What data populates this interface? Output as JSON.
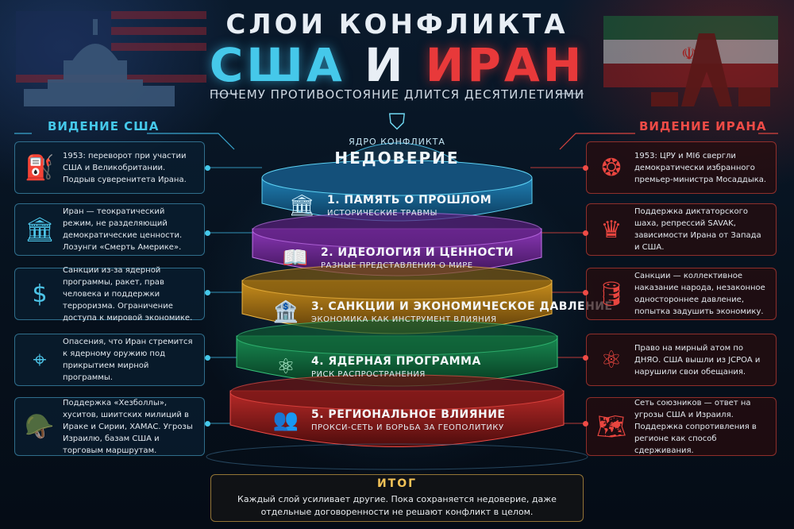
{
  "header": {
    "title_top": "СЛОИ КОНФЛИКТА",
    "title_us": "США",
    "title_and": "И",
    "title_iran": "ИРАН",
    "subtitle": "ПОЧЕМУ ПРОТИВОСТОЯНИЕ ДЛИТСЯ ДЕСЯТИЛЕТИЯМИ"
  },
  "core": {
    "label": "ЯДРО КОНФЛИКТА",
    "title": "НЕДОВЕРИЕ",
    "icon": "shield-icon"
  },
  "us_side": {
    "heading": "ВИДЕНИЕ США",
    "accent": "#45c8ea",
    "cards": [
      {
        "icon": "oil-pump-icon",
        "text": "1953: переворот при участии США и Великобритании. Подрыв суверенитета Ирана."
      },
      {
        "icon": "capitol-icon",
        "text": "Иран — теократический режим, не разделяющий демократические ценности. Лозунги «Смерть Америке»."
      },
      {
        "icon": "dollar-icon",
        "text": "Санкции из-за ядерной программы, ракет, прав человека и поддержки терроризма. Ограничение доступа к мировой экономике."
      },
      {
        "icon": "target-icon",
        "text": "Опасения, что Иран стремится к ядерному оружию под прикрытием мирной программы."
      },
      {
        "icon": "soldier-icon",
        "text": "Поддержка «Хезболлы», хуситов, шиитских милиций в Ираке и Сирии, ХАМАС. Угрозы Израилю, базам США и торговым маршрутам."
      }
    ]
  },
  "iran_side": {
    "heading": "ВИДЕНИЕ ИРАНА",
    "accent": "#ef4b46",
    "cards": [
      {
        "icon": "seal-icon",
        "text": "1953: ЦРУ и MI6 свергли демократически избранного премьер-министра Мосаддыка."
      },
      {
        "icon": "crown-icon",
        "text": "Поддержка диктаторского шаха, репрессий SAVAK, зависимости Ирана от Запада и США."
      },
      {
        "icon": "oil-barrel-icon",
        "text": "Санкции — коллективное наказание народа, незаконное одностороннее давление, попытка задушить экономику."
      },
      {
        "icon": "atom-icon",
        "text": "Право на мирный атом по ДНЯО. США вышли из JCPOA и нарушили свои обещания."
      },
      {
        "icon": "map-icon",
        "text": "Сеть союзников — ответ на угрозы США и Израиля. Поддержка сопротивления в регионе как способ сдерживания."
      }
    ]
  },
  "layers": [
    {
      "title": "1. ПАМЯТЬ О ПРОШЛОМ",
      "subtitle": "ИСТОРИЧЕСКИЕ ТРАВМЫ",
      "icon": "museum-icon",
      "color": "#2f9fd0"
    },
    {
      "title": "2. ИДЕОЛОГИЯ И ЦЕННОСТИ",
      "subtitle": "РАЗНЫЕ ПРЕДСТАВЛЕНИЯ О МИРЕ",
      "icon": "book-icon",
      "color": "#9a3fc2"
    },
    {
      "title": "3. САНКЦИИ И ЭКОНОМИЧЕСКОЕ ДАВЛЕНИЕ",
      "subtitle": "ЭКОНОМИКА КАК ИНСТРУМЕНТ ВЛИЯНИЯ",
      "icon": "bank-icon",
      "color": "#d29a22"
    },
    {
      "title": "4. ЯДЕРНАЯ ПРОГРАММА",
      "subtitle": "РИСК РАСПРОСТРАНЕНИЯ",
      "icon": "atom-icon",
      "color": "#1f9a5a"
    },
    {
      "title": "5. РЕГИОНАЛЬНОЕ ВЛИЯНИЕ",
      "subtitle": "ПРОКСИ-СЕТЬ И БОРЬБА ЗА ГЕОПОЛИТИКУ",
      "icon": "people-icon",
      "color": "#c2302e"
    }
  ],
  "summary": {
    "heading": "ИТОГ",
    "text": "Каждый слой усиливает другие. Пока сохраняется недоверие, даже отдельные договоренности не решают конфликт в целом."
  }
}
